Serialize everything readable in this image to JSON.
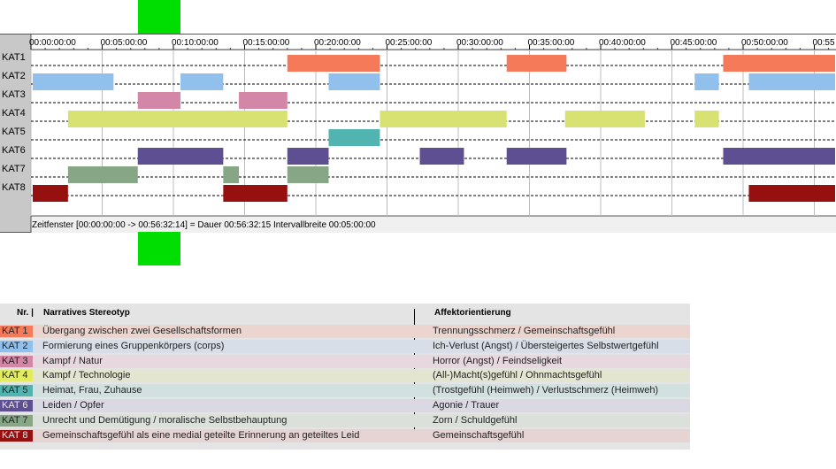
{
  "chart_data": {
    "type": "gantt",
    "x_unit": "time (hh:mm:ss)",
    "x_ticks": [
      "00:00:00:00",
      "00:05:00:00",
      "00:10:00:00",
      "00:15:00:00",
      "00:20:00:00",
      "00:25:00:00",
      "00:30:00:00",
      "00:35:00:00",
      "00:40:00:00",
      "00:45:00:00",
      "00:50:00:00",
      "00:55"
    ],
    "x_range_minutes": [
      0,
      56.54
    ],
    "rows": [
      {
        "label": "KAT1",
        "color": "#f47a5a",
        "intervals": [
          [
            18.0,
            24.5
          ],
          [
            33.4,
            37.6
          ],
          [
            48.6,
            56.54
          ]
        ]
      },
      {
        "label": "KAT2",
        "color": "#92c0ec",
        "intervals": [
          [
            0,
            5.8
          ],
          [
            10.5,
            13.5
          ],
          [
            20.9,
            24.5
          ],
          [
            46.6,
            48.3
          ],
          [
            50.4,
            56.54
          ]
        ]
      },
      {
        "label": "KAT3",
        "color": "#d486a6",
        "intervals": [
          [
            7.5,
            10.5
          ],
          [
            14.6,
            18.0
          ]
        ]
      },
      {
        "label": "KAT4",
        "color": "#d8e272",
        "intervals": [
          [
            2.6,
            18.0
          ],
          [
            24.5,
            33.4
          ],
          [
            37.5,
            43.1
          ],
          [
            46.6,
            48.3
          ]
        ]
      },
      {
        "label": "KAT5",
        "color": "#52b4b0",
        "intervals": [
          [
            20.9,
            24.5
          ]
        ]
      },
      {
        "label": "KAT6",
        "color": "#5e4e92",
        "intervals": [
          [
            7.5,
            13.5
          ],
          [
            18.0,
            20.9
          ],
          [
            27.3,
            30.4
          ],
          [
            33.4,
            37.6
          ],
          [
            48.6,
            56.54
          ]
        ]
      },
      {
        "label": "KAT7",
        "color": "#86a686",
        "intervals": [
          [
            2.6,
            7.5
          ],
          [
            13.5,
            14.6
          ],
          [
            18.0,
            20.9
          ]
        ]
      },
      {
        "label": "KAT8",
        "color": "#961010",
        "intervals": [
          [
            0,
            2.6
          ],
          [
            13.5,
            18.0
          ],
          [
            50.4,
            56.54
          ]
        ]
      }
    ]
  },
  "status_text": "Zeitfenster [00:00:00:00 -> 00:56:32:14] = Dauer 00:56:32:15    Intervallbreite 00:05:00:00",
  "legend": {
    "header_nr": "Nr. |",
    "header_stereotyp": "Narratives Stereotyp",
    "header_affekt": "Affektorientierung",
    "rows": [
      {
        "code": "KAT 1",
        "swatch": "#f47a5a",
        "bg": "#ecd5cf",
        "stereotyp": "Übergang zwischen zwei Gesellschaftsformen",
        "affekt": "Trennungsschmerz / Gemeinschaftsgefühl"
      },
      {
        "code": "KAT 2",
        "swatch": "#92c0ec",
        "bg": "#d7dee8",
        "stereotyp": "Formierung eines Gruppenkörpers (corps)",
        "affekt": "Ich-Verlust (Angst) / Übersteigertes Selbstwertgefühl"
      },
      {
        "code": "KAT 3",
        "swatch": "#d486a6",
        "bg": "#e7d7de",
        "stereotyp": "Kampf / Natur",
        "affekt": "Horror (Angst) / Feindseligkeit"
      },
      {
        "code": "KAT 4",
        "swatch": "#e2ec5e",
        "bg": "#e3e5d1",
        "stereotyp": "Kampf / Technologie",
        "affekt": "(All-)Macht(s)gefühl / Ohnmachtsgefühl"
      },
      {
        "code": "KAT 5",
        "swatch": "#52b4b0",
        "bg": "#d2e1e0",
        "stereotyp": "Heimat, Frau, Zuhause",
        "affekt": "(Trostgefühl (Heimweh) / Verlustschmerz (Heimweh)"
      },
      {
        "code": "KAT 6",
        "swatch": "#5e4e92",
        "bg": "#dad8e2",
        "stereotyp": "Leiden / Opfer",
        "affekt": "Agonie / Trauer"
      },
      {
        "code": "KAT 7",
        "swatch": "#86a686",
        "bg": "#dbe0da",
        "stereotyp": "Unrecht und Demütigung / moralische Selbstbehauptung",
        "affekt": "Zorn / Schuldgefühl"
      },
      {
        "code": "KAT 8",
        "swatch": "#961010",
        "bg": "#e6d4d4",
        "stereotyp": "Gemeinschaftsgefühl als eine medial geteilte Erinnerung an geteiltes Leid",
        "affekt": "Gemeinschaftsgefühl"
      }
    ]
  }
}
